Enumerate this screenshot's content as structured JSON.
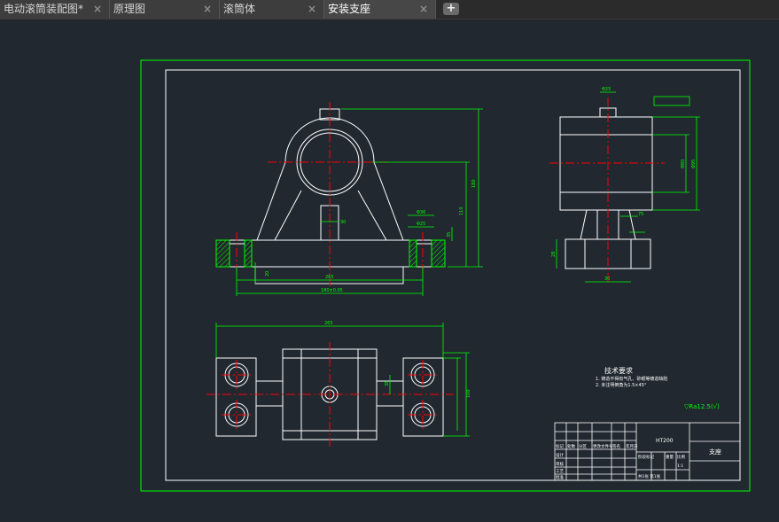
{
  "tabs": [
    {
      "label": "电动滚筒装配图*",
      "active": false
    },
    {
      "label": "原理图",
      "active": false
    },
    {
      "label": "滚筒体",
      "active": false
    },
    {
      "label": "安装支座",
      "active": true
    }
  ],
  "add_tab_label": "+",
  "close_glyph": "×",
  "colors": {
    "background": "#212830",
    "outline": "#ffffff",
    "dimension": "#00ff00",
    "centerline": "#ff0000",
    "hatch": "#00ff00"
  },
  "drawing": {
    "dimensions": {
      "front_height_total": "180",
      "front_height_center": "110",
      "front_small_hole": "Φ36",
      "front_small_hole2": "Φ25",
      "front_base_inner": "20",
      "front_base_width": "265",
      "front_overall_width": "180±0.05",
      "front_lug_height": "35",
      "front_neck": "30",
      "side_top_hole": "Φ25",
      "side_height_a": "Φ80",
      "side_height_b": "Φ95",
      "side_width": "75",
      "side_base": "30",
      "side_base_height": "28",
      "top_length": "265",
      "top_width": "100",
      "top_center": "38"
    },
    "notes": {
      "title": "技术要求",
      "lines": [
        "1. 铸造不得有气孔、砂眼等铸造缺陷",
        "2. 未注明倒角为1.5×45°"
      ]
    },
    "roughness": "▽Ra12.5(√)",
    "title_block": {
      "part_name": "支座",
      "material": "HT200",
      "scale": "1:1",
      "sheet": "共1张 第1张",
      "row_labels": [
        "标记",
        "处数",
        "分区",
        "更改文件号",
        "签名",
        "年月日"
      ],
      "role_labels": [
        "设计",
        "审核",
        "工艺",
        "批准"
      ],
      "stage_labels": [
        "阶段标记",
        "重量",
        "比例"
      ]
    }
  }
}
